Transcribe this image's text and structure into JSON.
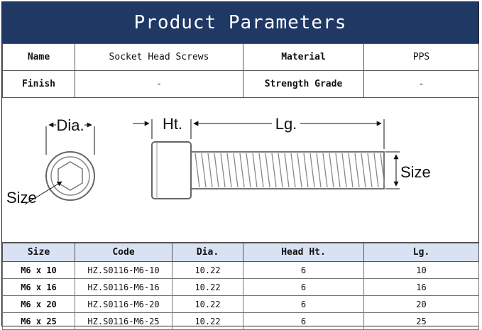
{
  "title": "Product Parameters",
  "params": {
    "row1": {
      "name_label": "Name",
      "name_value": "Socket Head Screws",
      "material_label": "Material",
      "material_value": "PPS"
    },
    "row2": {
      "finish_label": "Finish",
      "finish_value": "-",
      "grade_label": "Strength Grade",
      "grade_value": "-"
    }
  },
  "drawing": {
    "dia_label": "Dia.",
    "ht_label": "Ht.",
    "lg_label": "Lg.",
    "size_label_side": "Size",
    "size_label_head": "Size"
  },
  "sizes_table": {
    "headers": [
      "Size",
      "Code",
      "Dia.",
      "Head Ht.",
      "Lg."
    ],
    "rows": [
      [
        "M6 x 10",
        "HZ.S0116-M6-10",
        "10.22",
        "6",
        "10"
      ],
      [
        "M6 x 16",
        "HZ.S0116-M6-16",
        "10.22",
        "6",
        "16"
      ],
      [
        "M6 x 20",
        "HZ.S0116-M6-20",
        "10.22",
        "6",
        "20"
      ],
      [
        "M6 x 25",
        "HZ.S0116-M6-25",
        "10.22",
        "6",
        "25"
      ]
    ]
  }
}
